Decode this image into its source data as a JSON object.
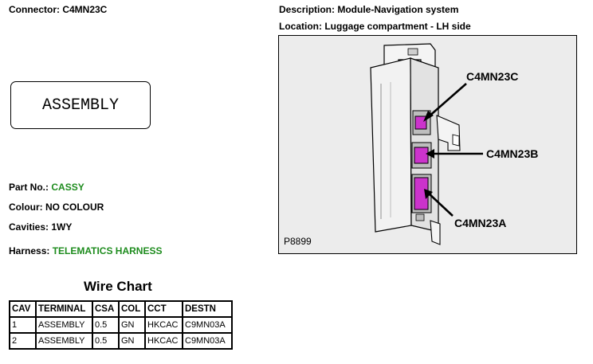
{
  "header": {
    "connector": "Connector: C4MN23C",
    "description": "Description: Module-Navigation system",
    "location": "Location: Luggage compartment - LH side"
  },
  "assembly_label": "ASSEMBLY",
  "details": {
    "part_no_label": "Part No.:",
    "part_no_value": "CASSY",
    "colour": "Colour: NO COLOUR",
    "cavities": "Cavities: 1WY",
    "harness_label": "Harness:",
    "harness_value": "TELEMATICS HARNESS"
  },
  "wire_chart": {
    "title": "Wire Chart",
    "headers": [
      "CAV",
      "TERMINAL",
      "CSA",
      "COL",
      "CCT",
      "DESTN"
    ],
    "rows": [
      [
        "1",
        "ASSEMBLY",
        "0.5",
        "GN",
        "HKCAC",
        "C9MN03A"
      ],
      [
        "2",
        "ASSEMBLY",
        "0.5",
        "GN",
        "HKCAC",
        "C9MN03A"
      ]
    ]
  },
  "figure": {
    "callouts": [
      "C4MN23C",
      "C4MN23B",
      "C4MN23A"
    ],
    "figure_id": "P8899",
    "connector_color": "#cc33cc",
    "green_color": "#1e8c1e"
  }
}
